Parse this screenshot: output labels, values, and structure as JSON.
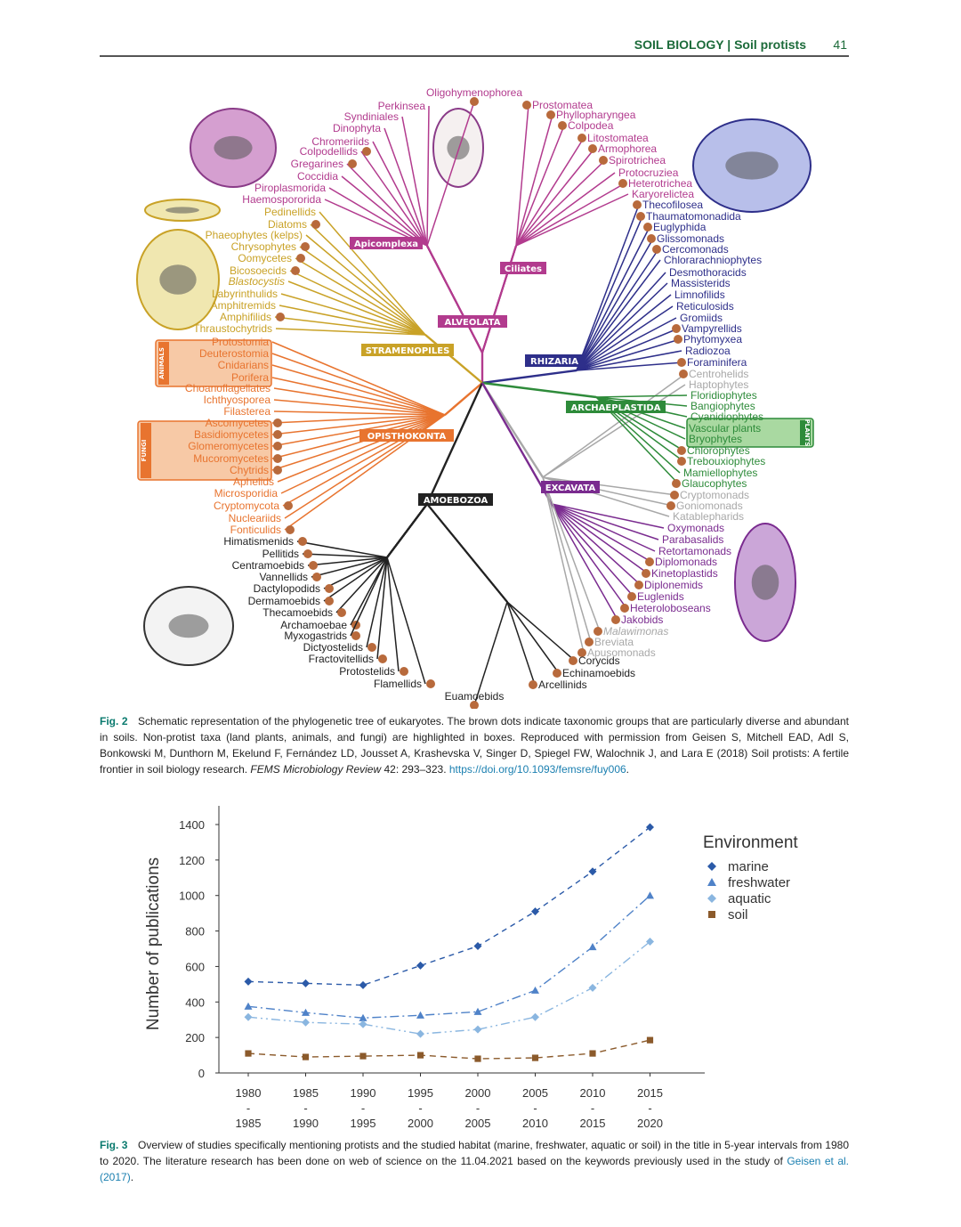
{
  "header": {
    "title": "SOIL BIOLOGY | Soil protists",
    "page": "41"
  },
  "tree": {
    "clades": {
      "alveolata": "ALVEOLATA",
      "apicomplexa": "Apicomplexa",
      "ciliates": "Ciliates",
      "stramenopiles": "STRAMENOPILES",
      "rhizaria": "RHIZARIA",
      "archaeplastida": "ARCHAEPLASTIDA",
      "opisthokonta": "OPISTHOKONTA",
      "excavata": "EXCAVATA",
      "amoebozoa": "AMOEBOZOA"
    },
    "boxes": {
      "animals": "ANIMALS",
      "fungi": "FUNGI",
      "plants": "PLANTS"
    },
    "colors": {
      "alveolata": "#b23b8e",
      "stramenopiles": "#c9a227",
      "opisthokonta": "#e8742f",
      "rhizaria": "#2e2f8a",
      "archaeplastida": "#2e8b3a",
      "excavata": "#7a2b8f",
      "amoebozoa": "#222222",
      "grey": "#a8a8a8",
      "dot": "#b86a3c"
    },
    "taxa": [
      {
        "name": "Oligohymenophorea",
        "group": "alveolata",
        "dot": true
      },
      {
        "name": "Perkinsea",
        "group": "alveolata",
        "dot": false
      },
      {
        "name": "Syndiniales",
        "group": "alveolata",
        "dot": false
      },
      {
        "name": "Dinophyta",
        "group": "alveolata",
        "dot": false
      },
      {
        "name": "Chromeriids",
        "group": "alveolata",
        "dot": false
      },
      {
        "name": "Colpodellids",
        "group": "alveolata",
        "dot": true
      },
      {
        "name": "Gregarines",
        "group": "alveolata",
        "dot": true
      },
      {
        "name": "Coccidia",
        "group": "alveolata",
        "dot": false
      },
      {
        "name": "Piroplasmorida",
        "group": "alveolata",
        "dot": false
      },
      {
        "name": "Haemospororida",
        "group": "alveolata",
        "dot": false
      },
      {
        "name": "Prostomatea",
        "group": "alveolata",
        "dot": true
      },
      {
        "name": "Phyllopharyngea",
        "group": "alveolata",
        "dot": true
      },
      {
        "name": "Colpodea",
        "group": "alveolata",
        "dot": true
      },
      {
        "name": "Litostomatea",
        "group": "alveolata",
        "dot": true
      },
      {
        "name": "Armophorea",
        "group": "alveolata",
        "dot": true
      },
      {
        "name": "Spirotrichea",
        "group": "alveolata",
        "dot": true
      },
      {
        "name": "Protocruziea",
        "group": "alveolata",
        "dot": false
      },
      {
        "name": "Heterotrichea",
        "group": "alveolata",
        "dot": true
      },
      {
        "name": "Karyorelictea",
        "group": "alveolata",
        "dot": false
      },
      {
        "name": "Pedinellids",
        "group": "stramenopiles",
        "dot": false
      },
      {
        "name": "Diatoms",
        "group": "stramenopiles",
        "dot": true
      },
      {
        "name": "Phaeophytes (kelps)",
        "group": "stramenopiles",
        "dot": false
      },
      {
        "name": "Chrysophytes",
        "group": "stramenopiles",
        "dot": true
      },
      {
        "name": "Oomycetes",
        "group": "stramenopiles",
        "dot": true
      },
      {
        "name": "Bicosoecids",
        "group": "stramenopiles",
        "dot": true
      },
      {
        "name": "Blastocystis",
        "group": "stramenopiles",
        "dot": false
      },
      {
        "name": "Labyrinthulids",
        "group": "stramenopiles",
        "dot": false
      },
      {
        "name": "Amphitremids",
        "group": "stramenopiles",
        "dot": false
      },
      {
        "name": "Amphifilids",
        "group": "stramenopiles",
        "dot": true
      },
      {
        "name": "Thraustochytrids",
        "group": "stramenopiles",
        "dot": false
      },
      {
        "name": "Protostomia",
        "group": "opisthokonta",
        "dot": false
      },
      {
        "name": "Deuterostomia",
        "group": "opisthokonta",
        "dot": false
      },
      {
        "name": "Cnidarians",
        "group": "opisthokonta",
        "dot": false
      },
      {
        "name": "Porifera",
        "group": "opisthokonta",
        "dot": false
      },
      {
        "name": "Choanoflagellates",
        "group": "opisthokonta",
        "dot": false
      },
      {
        "name": "Ichthyosporea",
        "group": "opisthokonta",
        "dot": false
      },
      {
        "name": "Filasterea",
        "group": "opisthokonta",
        "dot": false
      },
      {
        "name": "Ascomycetes",
        "group": "opisthokonta",
        "dot": true
      },
      {
        "name": "Basidiomycetes",
        "group": "opisthokonta",
        "dot": true
      },
      {
        "name": "Glomeromycetes",
        "group": "opisthokonta",
        "dot": true
      },
      {
        "name": "Mucoromycetes",
        "group": "opisthokonta",
        "dot": true
      },
      {
        "name": "Chytrids",
        "group": "opisthokonta",
        "dot": true
      },
      {
        "name": "Aphelids",
        "group": "opisthokonta",
        "dot": false
      },
      {
        "name": "Microsporidia",
        "group": "opisthokonta",
        "dot": false
      },
      {
        "name": "Cryptomycota",
        "group": "opisthokonta",
        "dot": true
      },
      {
        "name": "Nucleariids",
        "group": "opisthokonta",
        "dot": false
      },
      {
        "name": "Fonticulids",
        "group": "opisthokonta",
        "dot": true
      },
      {
        "name": "Himatismenids",
        "group": "amoebozoa",
        "dot": true
      },
      {
        "name": "Pellitids",
        "group": "amoebozoa",
        "dot": true
      },
      {
        "name": "Centramoebids",
        "group": "amoebozoa",
        "dot": true
      },
      {
        "name": "Vannellids",
        "group": "amoebozoa",
        "dot": true
      },
      {
        "name": "Dactylopodids",
        "group": "amoebozoa",
        "dot": true
      },
      {
        "name": "Dermamoebids",
        "group": "amoebozoa",
        "dot": true
      },
      {
        "name": "Thecamoebids",
        "group": "amoebozoa",
        "dot": true
      },
      {
        "name": "Archamoebae",
        "group": "amoebozoa",
        "dot": true
      },
      {
        "name": "Myxogastrids",
        "group": "amoebozoa",
        "dot": true
      },
      {
        "name": "Dictyostelids",
        "group": "amoebozoa",
        "dot": true
      },
      {
        "name": "Fractovitellids",
        "group": "amoebozoa",
        "dot": true
      },
      {
        "name": "Protostelids",
        "group": "amoebozoa",
        "dot": true
      },
      {
        "name": "Flamellids",
        "group": "amoebozoa",
        "dot": true
      },
      {
        "name": "Euamoebids",
        "group": "amoebozoa",
        "dot": true
      },
      {
        "name": "Arcellinids",
        "group": "amoebozoa",
        "dot": true
      },
      {
        "name": "Echinamoebids",
        "group": "amoebozoa",
        "dot": true
      },
      {
        "name": "Corycids",
        "group": "amoebozoa",
        "dot": true
      },
      {
        "name": "Thecofilosea",
        "group": "rhizaria",
        "dot": true
      },
      {
        "name": "Thaumatomonadida",
        "group": "rhizaria",
        "dot": true
      },
      {
        "name": "Euglyphida",
        "group": "rhizaria",
        "dot": true
      },
      {
        "name": "Glissomonads",
        "group": "rhizaria",
        "dot": true
      },
      {
        "name": "Cercomonads",
        "group": "rhizaria",
        "dot": true
      },
      {
        "name": "Chlorarachniophytes",
        "group": "rhizaria",
        "dot": false
      },
      {
        "name": "Desmothoracids",
        "group": "rhizaria",
        "dot": false
      },
      {
        "name": "Massisterids",
        "group": "rhizaria",
        "dot": false
      },
      {
        "name": "Limnofilids",
        "group": "rhizaria",
        "dot": false
      },
      {
        "name": "Reticulosids",
        "group": "rhizaria",
        "dot": false
      },
      {
        "name": "Gromiids",
        "group": "rhizaria",
        "dot": false
      },
      {
        "name": "Vampyrellids",
        "group": "rhizaria",
        "dot": true
      },
      {
        "name": "Phytomyxea",
        "group": "rhizaria",
        "dot": true
      },
      {
        "name": "Radiozoa",
        "group": "rhizaria",
        "dot": false
      },
      {
        "name": "Foraminifera",
        "group": "rhizaria",
        "dot": true
      },
      {
        "name": "Centrohelids",
        "group": "grey",
        "dot": true
      },
      {
        "name": "Haptophytes",
        "group": "grey",
        "dot": false
      },
      {
        "name": "Floridiophytes",
        "group": "archaeplastida",
        "dot": false
      },
      {
        "name": "Bangiophytes",
        "group": "archaeplastida",
        "dot": false
      },
      {
        "name": "Cyanidiophytes",
        "group": "archaeplastida",
        "dot": false
      },
      {
        "name": "Vascular plants",
        "group": "archaeplastida",
        "dot": false
      },
      {
        "name": "Bryophytes",
        "group": "archaeplastida",
        "dot": false
      },
      {
        "name": "Chlorophytes",
        "group": "archaeplastida",
        "dot": true
      },
      {
        "name": "Trebouxiophytes",
        "group": "archaeplastida",
        "dot": true
      },
      {
        "name": "Mamiellophytes",
        "group": "archaeplastida",
        "dot": false
      },
      {
        "name": "Glaucophytes",
        "group": "archaeplastida",
        "dot": true
      },
      {
        "name": "Cryptomonads",
        "group": "grey",
        "dot": true
      },
      {
        "name": "Goniomonads",
        "group": "grey",
        "dot": true
      },
      {
        "name": "Katablepharids",
        "group": "grey",
        "dot": false
      },
      {
        "name": "Oxymonads",
        "group": "excavata",
        "dot": false
      },
      {
        "name": "Parabasalids",
        "group": "excavata",
        "dot": false
      },
      {
        "name": "Retortamonads",
        "group": "excavata",
        "dot": false
      },
      {
        "name": "Diplomonads",
        "group": "excavata",
        "dot": true
      },
      {
        "name": "Kinetoplastids",
        "group": "excavata",
        "dot": true
      },
      {
        "name": "Diplonemids",
        "group": "excavata",
        "dot": true
      },
      {
        "name": "Euglenids",
        "group": "excavata",
        "dot": true
      },
      {
        "name": "Heteroloboseans",
        "group": "excavata",
        "dot": true
      },
      {
        "name": "Jakobids",
        "group": "excavata",
        "dot": true
      },
      {
        "name": "Malawimonas",
        "group": "grey",
        "dot": true
      },
      {
        "name": "Breviata",
        "group": "grey",
        "dot": true
      },
      {
        "name": "Apusomonads",
        "group": "grey",
        "dot": true
      }
    ]
  },
  "fig2": {
    "label": "Fig. 2",
    "text": "Schematic representation of the phylogenetic tree of eukaryotes. The brown dots indicate taxonomic groups that are particularly diverse and abundant in soils. Non-protist taxa (land plants, animals, and fungi) are highlighted in boxes. Reproduced with permission from Geisen S, Mitchell EAD, Adl S, Bonkowski M, Dunthorn M, Ekelund F, Fernández LD, Jousset A, Krashevska V, Singer D, Spiegel FW, Walochnik J, and Lara E (2018) Soil protists: A fertile frontier in soil biology research.",
    "journal": "FEMS Microbiology Review",
    "citation": " 42: 293–323. ",
    "doi": "https://doi.org/10.1093/femsre/fuy006",
    "end": "."
  },
  "fig3": {
    "label": "Fig. 3",
    "text": "Overview of studies specifically mentioning protists and the studied habitat (marine, freshwater, aquatic or soil) in the title in 5-year intervals from 1980 to 2020. The literature research has been done on web of science on the 11.04.2021 based on the keywords previously used in the study of ",
    "ref": "Geisen et al. (2017)",
    "end": "."
  },
  "chart_data": {
    "type": "line",
    "ylabel": "Number of publications",
    "xlabel": "",
    "ylim": [
      0,
      1400
    ],
    "yticks": [
      0,
      200,
      400,
      600,
      800,
      1000,
      1200,
      1400
    ],
    "categories": [
      [
        "1980",
        "-",
        "1985"
      ],
      [
        "1985",
        "-",
        "1990"
      ],
      [
        "1990",
        "-",
        "1995"
      ],
      [
        "1995",
        "-",
        "2000"
      ],
      [
        "2000",
        "-",
        "2005"
      ],
      [
        "2005",
        "-",
        "2010"
      ],
      [
        "2010",
        "-",
        "2015"
      ],
      [
        "2015",
        "-",
        "2020"
      ]
    ],
    "legend_title": "Environment",
    "legend_position": "right",
    "grid": false,
    "series": [
      {
        "name": "marine",
        "color": "#2b5aa8",
        "marker": "diamond",
        "dash": "6,5",
        "values": [
          515,
          505,
          495,
          605,
          715,
          910,
          1135,
          1385
        ]
      },
      {
        "name": "freshwater",
        "color": "#4f82c8",
        "marker": "triangle",
        "dash": "10,4,2,4",
        "values": [
          375,
          340,
          310,
          325,
          345,
          465,
          710,
          1000
        ]
      },
      {
        "name": "aquatic",
        "color": "#8ab6e0",
        "marker": "diamond",
        "dash": "10,4,2,4,2,4",
        "values": [
          315,
          285,
          275,
          220,
          245,
          315,
          480,
          740
        ]
      },
      {
        "name": "soil",
        "color": "#8b5a2b",
        "marker": "square",
        "dash": "7,5",
        "values": [
          110,
          90,
          95,
          100,
          80,
          85,
          110,
          185
        ]
      }
    ]
  }
}
